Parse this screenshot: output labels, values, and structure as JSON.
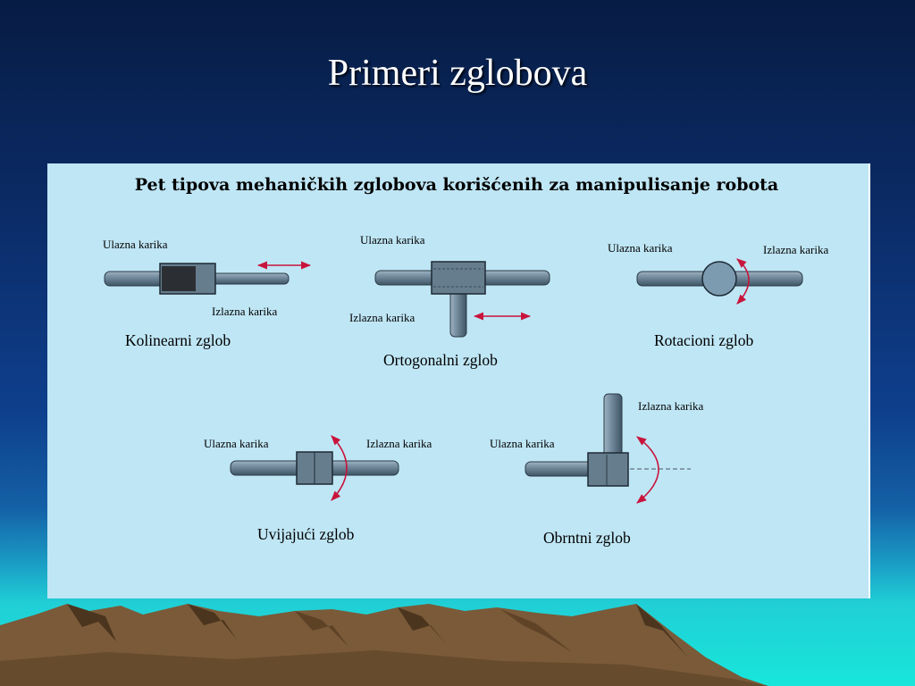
{
  "slide": {
    "title": "Primeri zglobova"
  },
  "figure": {
    "title": "Pet tipova mehaničkih zglobova korišćenih za manipulisanje robota",
    "joints": [
      {
        "name": "Kolinearni zglob",
        "input_label": "Ulazna karika",
        "output_label": "Izlazna karika",
        "motion": "linear-arrow"
      },
      {
        "name": "Ortogonalni zglob",
        "input_label": "Ulazna karika",
        "output_label": "Izlazna karika",
        "motion": "linear-arrow"
      },
      {
        "name": "Rotacioni zglob",
        "input_label": "Ulazna karika",
        "output_label": "Izlazna karika",
        "motion": "rotation-arrow"
      },
      {
        "name": "Uvijajući zglob",
        "input_label": "Ulazna karika",
        "output_label": "Izlazna karika",
        "motion": "rotation-arrow"
      },
      {
        "name": "Obrntni zglob",
        "input_label": "Ulazna karika",
        "output_label": "Izlazna karika",
        "motion": "rotation-arrow"
      }
    ]
  },
  "colors": {
    "figure_background": "#bfe6f5",
    "link_fill": "#6f8798",
    "joint_block": "#667d8e",
    "motion_arrow": "#c8143c",
    "mountain": "#7a5c3a"
  }
}
